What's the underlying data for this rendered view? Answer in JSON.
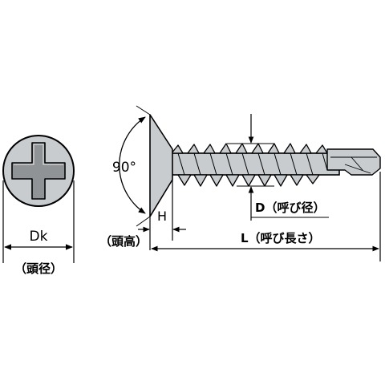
{
  "head_view": {
    "head_diameter_symbol": "Dk",
    "head_diameter_label": "（頭径）"
  },
  "side_view": {
    "countersink_angle": "90°",
    "head_height_symbol": "H",
    "head_height_label": "（頭高）",
    "nominal_diameter_label": "D（呼び径）",
    "nominal_length_label": "L（呼び長さ）"
  },
  "colors": {
    "fill": "#c9ccce",
    "outline": "#000000"
  }
}
